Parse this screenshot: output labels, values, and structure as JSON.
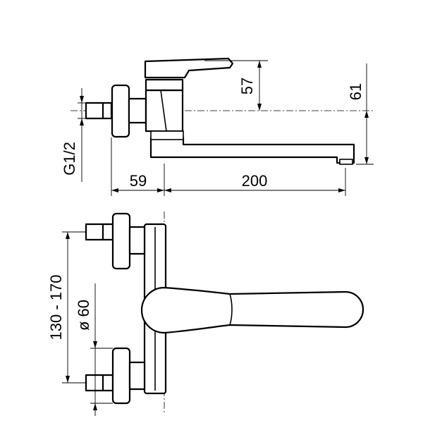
{
  "dimensions": {
    "height_57": "57",
    "height_61": "61",
    "thread": "G1/2",
    "wall_to_axis": "59",
    "spout_reach": "200",
    "connection_spacing": "130 - 170",
    "rosette_diameter": "ø 60"
  }
}
